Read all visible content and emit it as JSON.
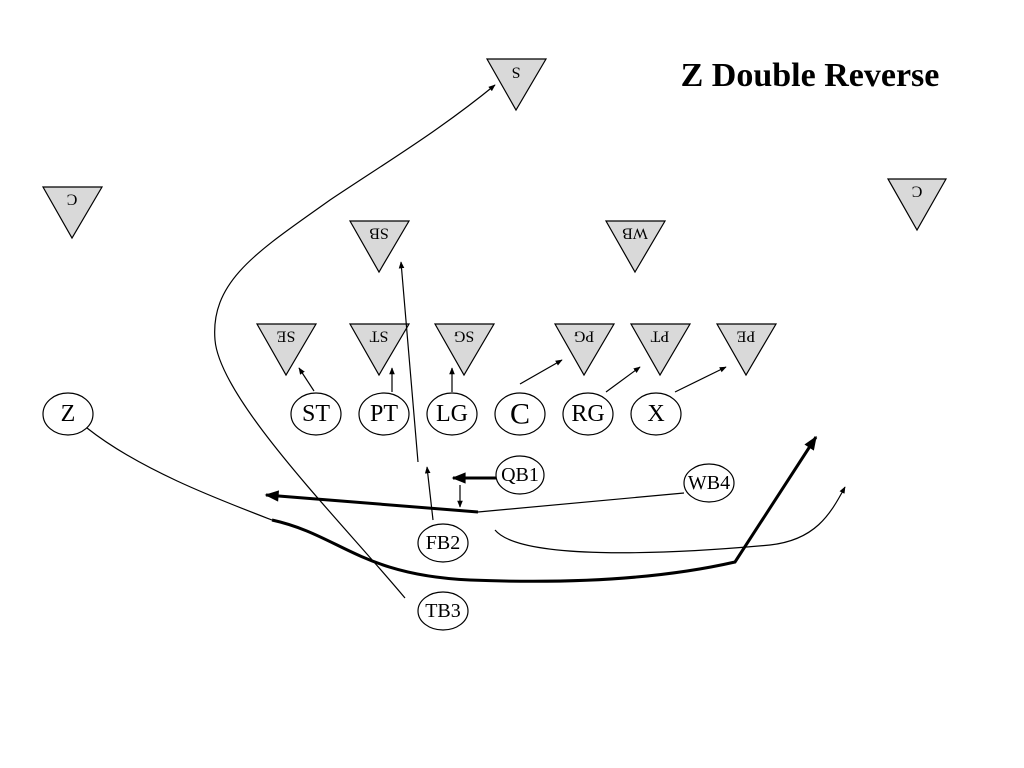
{
  "title": "Z Double Reverse",
  "defense": [
    {
      "id": "s",
      "label": "S"
    },
    {
      "id": "c-left",
      "label": "C"
    },
    {
      "id": "c-right",
      "label": "C"
    },
    {
      "id": "sb",
      "label": "SB"
    },
    {
      "id": "wb",
      "label": "WB"
    },
    {
      "id": "se",
      "label": "SE"
    },
    {
      "id": "st",
      "label": "ST"
    },
    {
      "id": "sg",
      "label": "SG"
    },
    {
      "id": "pg",
      "label": "PG"
    },
    {
      "id": "pt",
      "label": "PT"
    },
    {
      "id": "pe",
      "label": "PE"
    }
  ],
  "offense": [
    {
      "id": "z",
      "label": "Z"
    },
    {
      "id": "st",
      "label": "ST"
    },
    {
      "id": "pt",
      "label": "PT"
    },
    {
      "id": "lg",
      "label": "LG"
    },
    {
      "id": "c",
      "label": "C"
    },
    {
      "id": "rg",
      "label": "RG"
    },
    {
      "id": "x",
      "label": "X"
    },
    {
      "id": "qb1",
      "label": "QB1"
    },
    {
      "id": "wb4",
      "label": "WB4"
    },
    {
      "id": "fb2",
      "label": "FB2"
    },
    {
      "id": "tb3",
      "label": "TB3"
    }
  ]
}
